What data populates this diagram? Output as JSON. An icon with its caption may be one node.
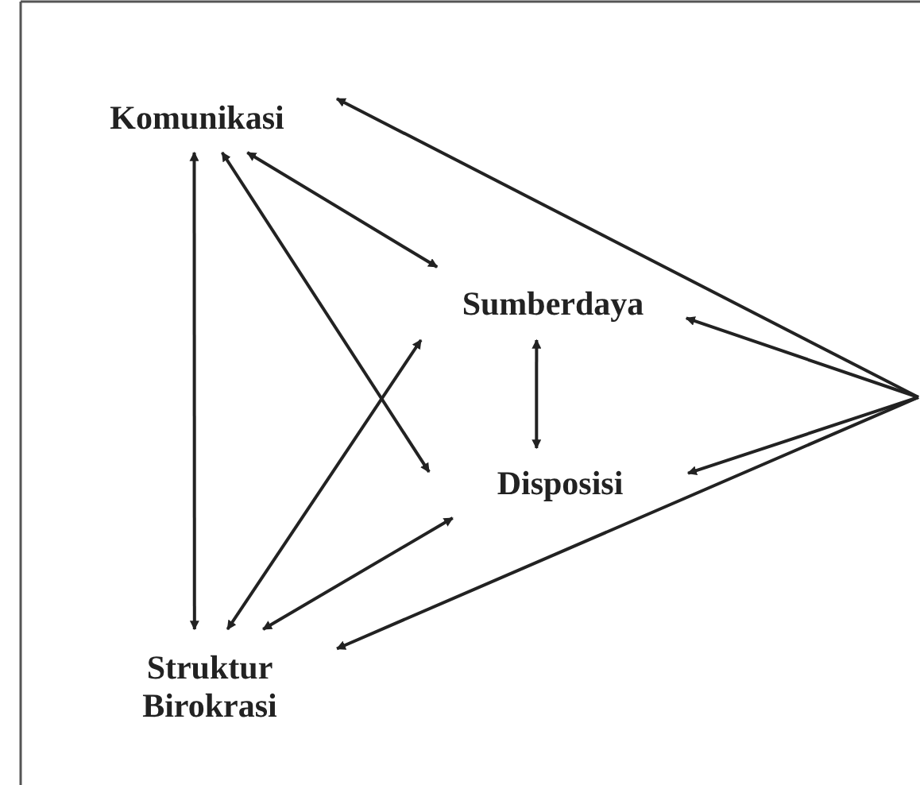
{
  "diagram": {
    "nodes": [
      {
        "text": [
          "Komunikasi"
        ]
      },
      {
        "text": [
          "Sumberdaya"
        ]
      },
      {
        "text": [
          "Disposisi"
        ]
      },
      {
        "text": [
          "Struktur Birokrasi"
        ]
      }
    ],
    "edges": [
      {
        "from": 0,
        "to": 3,
        "arrow": "both"
      },
      {
        "from": 0,
        "to": 1,
        "arrow": "both"
      },
      {
        "from": 0,
        "to": 2,
        "arrow": "both"
      },
      {
        "from": 1,
        "to": 2,
        "arrow": "both"
      },
      {
        "from": 3,
        "to": 1,
        "arrow": "both"
      },
      {
        "from": 3,
        "to": 2,
        "arrow": "both"
      },
      {
        "from": null,
        "to": 0,
        "arrow": "to"
      },
      {
        "from": null,
        "to": 1,
        "arrow": "to"
      },
      {
        "from": null,
        "to": 2,
        "arrow": "to"
      },
      {
        "from": null,
        "to": 3,
        "arrow": "to"
      }
    ]
  }
}
